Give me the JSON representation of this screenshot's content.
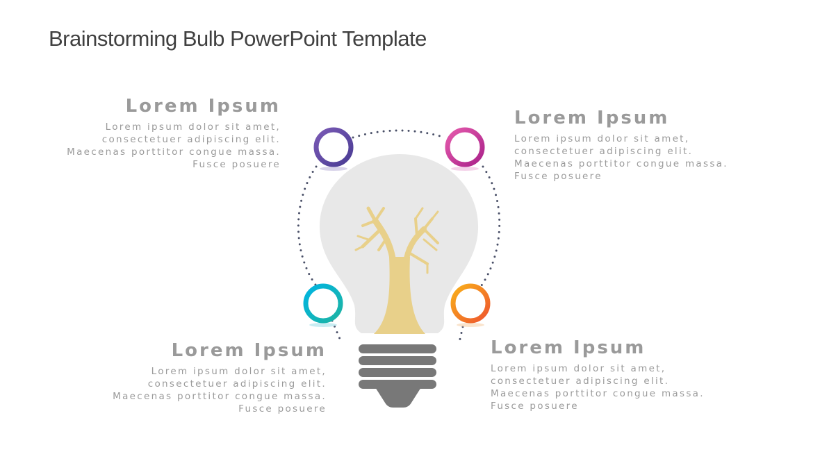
{
  "slide": {
    "title": "Brainstorming Bulb PowerPoint Template"
  },
  "colors": {
    "bulb_glass": "#e8e8e8",
    "tree": "#e8d08a",
    "bulb_base": "#7a7a7a",
    "dots": "#4a5068",
    "text_gray": "#9a9a9a",
    "title": "#404040",
    "ring_top_left": [
      "#7456b0",
      "#4e3f96"
    ],
    "ring_top_right": [
      "#e058a8",
      "#b0258c"
    ],
    "ring_bottom_left": [
      "#00b4e0",
      "#1ab0a8"
    ],
    "ring_bottom_right": [
      "#f8a81c",
      "#ef5a2c"
    ]
  },
  "blocks": {
    "top_left": {
      "heading": "Lorem Ipsum",
      "lines": [
        "Lorem ipsum dolor sit amet,",
        "consectetuer adipiscing elit.",
        "Maecenas porttitor congue massa.",
        "Fusce posuere"
      ]
    },
    "top_right": {
      "heading": "Lorem Ipsum",
      "lines": [
        "Lorem ipsum dolor sit amet,",
        "consectetuer adipiscing elit.",
        "Maecenas porttitor congue massa.",
        "Fusce posuere"
      ]
    },
    "bottom_left": {
      "heading": "Lorem Ipsum",
      "lines": [
        "Lorem ipsum dolor sit amet,",
        "consectetuer adipiscing elit.",
        "Maecenas porttitor congue massa.",
        "Fusce posuere"
      ]
    },
    "bottom_right": {
      "heading": "Lorem Ipsum",
      "lines": [
        "Lorem ipsum dolor sit amet,",
        "consectetuer adipiscing elit.",
        "Maecenas porttitor congue massa.",
        "Fusce posuere"
      ]
    }
  },
  "icons": {
    "center": "lightbulb-with-tree-icon",
    "nodes": [
      "ring-node-purple",
      "ring-node-magenta",
      "ring-node-teal",
      "ring-node-orange"
    ]
  }
}
